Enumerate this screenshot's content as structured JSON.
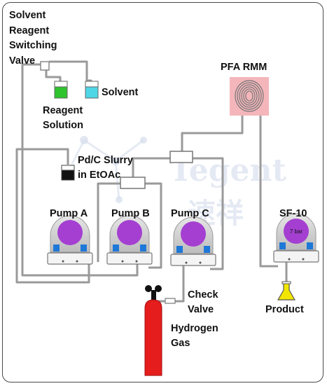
{
  "labels": {
    "valve_line1": "Solvent",
    "valve_line2": "Reagent",
    "valve_line3": "Switching",
    "valve_line4": "Valve",
    "solvent": "Solvent",
    "reagent_line1": "Reagent",
    "reagent_line2": "Solution",
    "slurry_line1": "Pd/C Slurry",
    "slurry_line2": "in EtOAc",
    "rmm": "PFA RMM",
    "pump_a": "Pump A",
    "pump_b": "Pump B",
    "pump_c": "Pump C",
    "sf10": "SF-10",
    "pressure": "7 bar",
    "check_line1": "Check",
    "check_line2": "Valve",
    "hydrogen_line1": "Hydrogen",
    "gas_line2": "Gas",
    "product": "Product"
  },
  "watermark": {
    "latin": "Tegent",
    "chinese": "速祥"
  },
  "colors": {
    "line": "#9a9a9a",
    "pump_head": "#a43fd1",
    "pump_port": "#1e78d8",
    "reagent_liquid": "#2ec42e",
    "solvent_liquid": "#4fd6e6",
    "rmm_bg": "#f4b6bb",
    "cylinder": "#e51d1d",
    "flask_liquid": "#f2e600"
  }
}
